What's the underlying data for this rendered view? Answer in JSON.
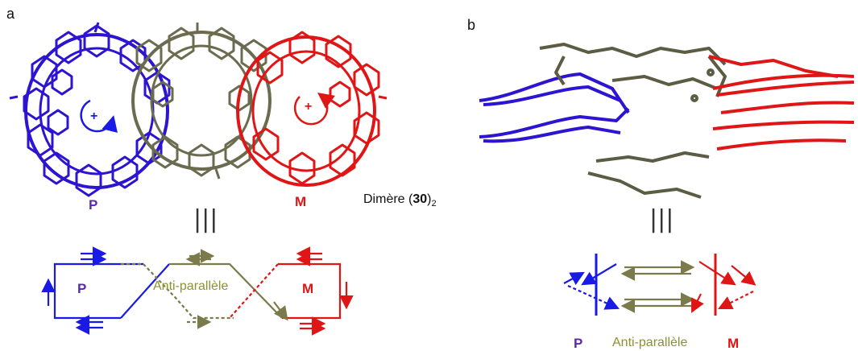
{
  "panel_a": {
    "label": "a",
    "left_helix": "P",
    "right_helix": "M",
    "dimer_text": "Dimère (",
    "dimer_number": "30",
    "dimer_close": ")",
    "dimer_subscript": "2",
    "center_symbol": "|||",
    "schematic_left": "P",
    "schematic_center": "Anti-parallèle",
    "schematic_right": "M",
    "plus_left": "+",
    "plus_right": "+"
  },
  "panel_b": {
    "label": "b",
    "center_symbol": "|||",
    "legend_left": "P",
    "legend_center": "Anti-parallèle",
    "legend_right": "M"
  },
  "colors": {
    "blue": "#2c14d0",
    "olive": "#7a7a4a",
    "olive_dark": "#5c5c44",
    "red": "#e01515",
    "purple_text": "#5b2aa8",
    "olive_text": "#8c9230"
  }
}
